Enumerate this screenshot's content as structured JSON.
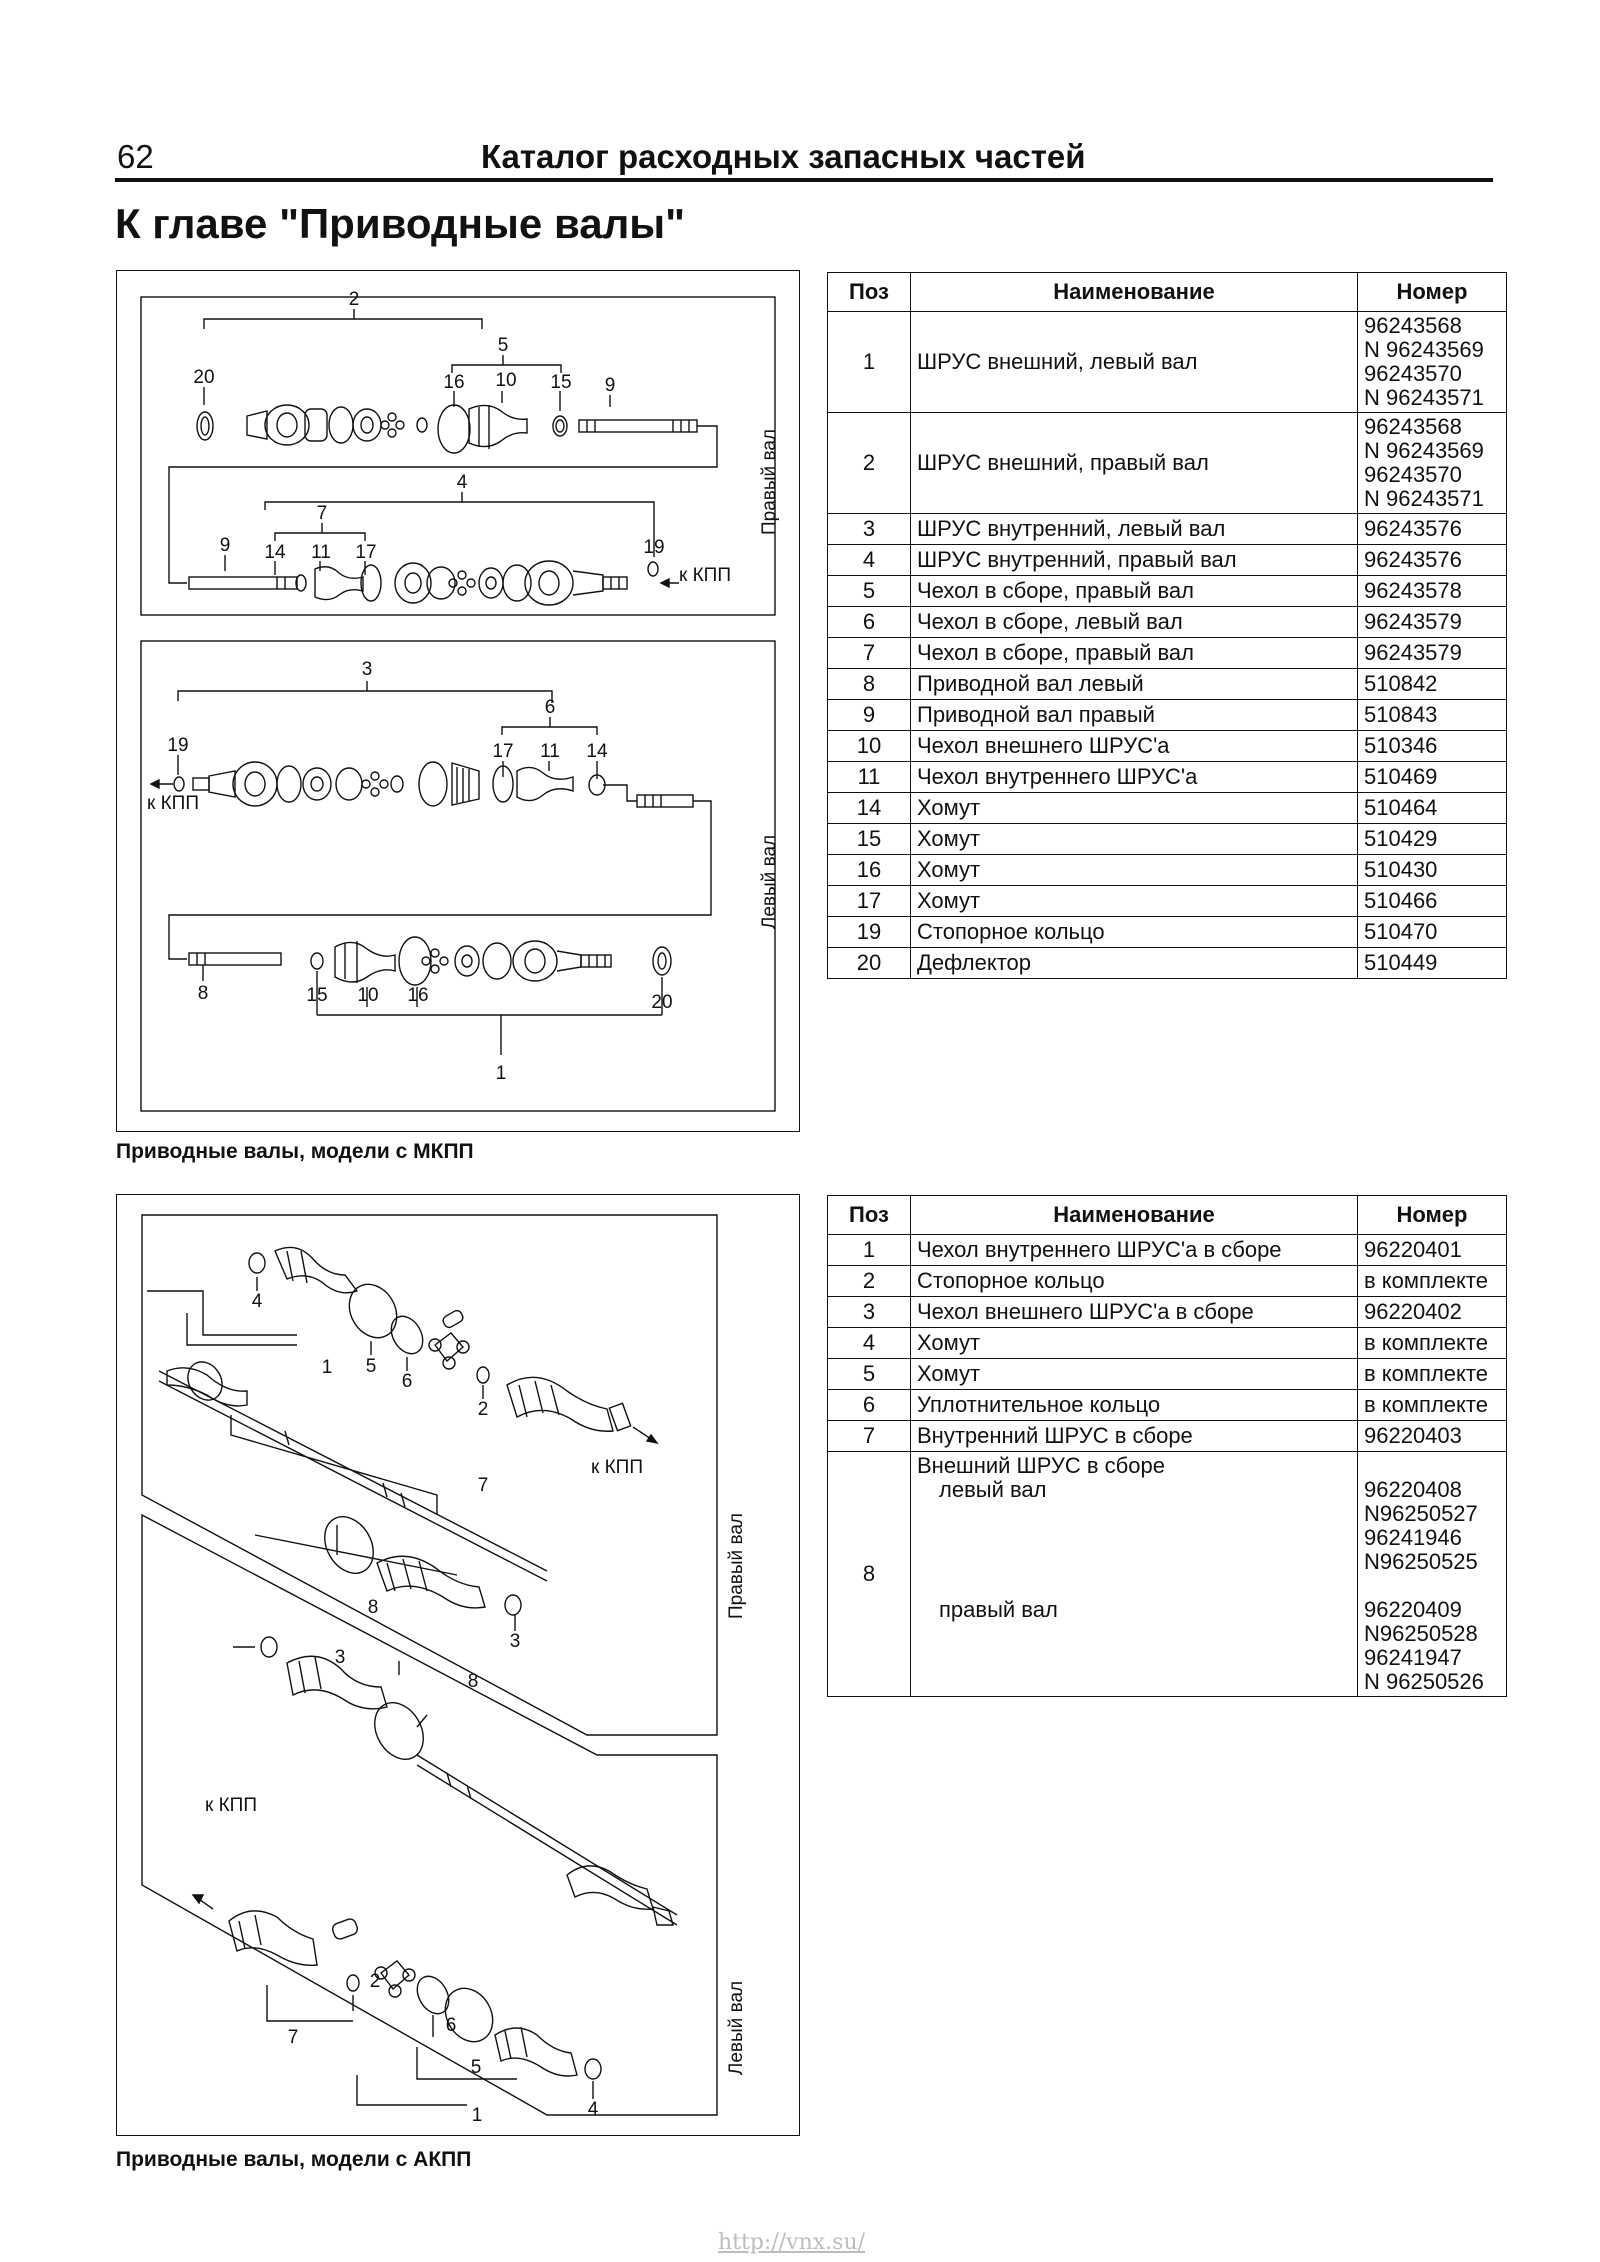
{
  "header": {
    "page_number": "62",
    "title": "Каталог расходных запасных частей"
  },
  "chapter_title": "К главе \"Приводные валы\"",
  "section_mkpp": {
    "caption": "Приводные валы, модели с МКПП",
    "side_label_right": "Правый вал",
    "side_label_left": "Левый вал",
    "kpp_label": "к КПП",
    "columns": [
      "Поз",
      "Наименование",
      "Номер"
    ],
    "rows": [
      {
        "pos": "1",
        "name": "ШРУС внешний, левый вал",
        "numbers": [
          "96243568",
          "N 96243569",
          "96243570",
          "N 96243571"
        ]
      },
      {
        "pos": "2",
        "name": "ШРУС внешний, правый вал",
        "numbers": [
          "96243568",
          "N 96243569",
          "96243570",
          "N 96243571"
        ]
      },
      {
        "pos": "3",
        "name": "ШРУС внутренний, левый вал",
        "numbers": [
          "96243576"
        ]
      },
      {
        "pos": "4",
        "name": "ШРУС внутренний, правый вал",
        "numbers": [
          "96243576"
        ]
      },
      {
        "pos": "5",
        "name": "Чехол в сборе, правый вал",
        "numbers": [
          "96243578"
        ]
      },
      {
        "pos": "6",
        "name": "Чехол в сборе, левый вал",
        "numbers": [
          "96243579"
        ]
      },
      {
        "pos": "7",
        "name": "Чехол в сборе, правый вал",
        "numbers": [
          "96243579"
        ]
      },
      {
        "pos": "8",
        "name": "Приводной вал левый",
        "numbers": [
          "510842"
        ]
      },
      {
        "pos": "9",
        "name": "Приводной вал правый",
        "numbers": [
          "510843"
        ]
      },
      {
        "pos": "10",
        "name": "Чехол внешнего ШРУС'а",
        "numbers": [
          "510346"
        ]
      },
      {
        "pos": "11",
        "name": "Чехол внутреннего ШРУС'а",
        "numbers": [
          "510469"
        ]
      },
      {
        "pos": "14",
        "name": "Хомут",
        "numbers": [
          "510464"
        ]
      },
      {
        "pos": "15",
        "name": "Хомут",
        "numbers": [
          "510429"
        ]
      },
      {
        "pos": "16",
        "name": "Хомут",
        "numbers": [
          "510430"
        ]
      },
      {
        "pos": "17",
        "name": "Хомут",
        "numbers": [
          "510466"
        ]
      },
      {
        "pos": "19",
        "name": "Стопорное кольцо",
        "numbers": [
          "510470"
        ]
      },
      {
        "pos": "20",
        "name": "Дефлектор",
        "numbers": [
          "510449"
        ]
      }
    ]
  },
  "section_akpp": {
    "caption": "Приводные валы, модели с АКПП",
    "side_label_right": "Правый вал",
    "side_label_left": "Левый вал",
    "kpp_label": "к КПП",
    "columns": [
      "Поз",
      "Наименование",
      "Номер"
    ],
    "rows": [
      {
        "pos": "1",
        "name": "Чехол внутреннего ШРУС'а в сборе",
        "numbers": [
          "96220401"
        ]
      },
      {
        "pos": "2",
        "name": "Стопорное кольцо",
        "numbers": [
          "в комплекте"
        ]
      },
      {
        "pos": "3",
        "name": "Чехол внешнего ШРУС'а в сборе",
        "numbers": [
          "96220402"
        ]
      },
      {
        "pos": "4",
        "name": "Хомут",
        "numbers": [
          "в комплекте"
        ]
      },
      {
        "pos": "5",
        "name": "Хомут",
        "numbers": [
          "в комплекте"
        ]
      },
      {
        "pos": "6",
        "name": "Уплотнительное кольцо",
        "numbers": [
          "в комплекте"
        ]
      },
      {
        "pos": "7",
        "name": "Внутренний ШРУС в сборе",
        "numbers": [
          "96220403"
        ]
      }
    ],
    "row8": {
      "pos": "8",
      "name": "Внешний ШРУС в сборе",
      "sub_left": "левый вал",
      "sub_right": "правый вал",
      "numbers_left": [
        "96220408",
        "N96250527",
        "96241946",
        "N96250525"
      ],
      "numbers_right": [
        "96220409",
        "N96250528",
        "96241947",
        "N 96250526"
      ]
    }
  },
  "footer_url": "http://vnx.su/"
}
